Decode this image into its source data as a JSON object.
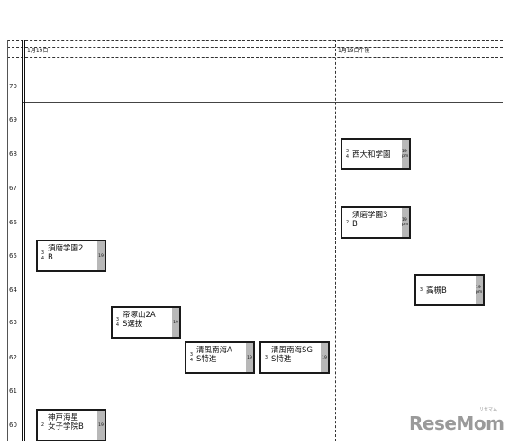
{
  "columns": [
    {
      "id": "am",
      "label": "1月19日"
    },
    {
      "id": "pm",
      "label": "1月19日午後"
    }
  ],
  "levels": [
    "70",
    "69",
    "68",
    "67",
    "66",
    "65",
    "64",
    "63",
    "62",
    "61",
    "60"
  ],
  "entries": [
    {
      "id": "suma-2b",
      "column": "am",
      "level": 65,
      "levels_col": [
        "3",
        "4"
      ],
      "lines": [
        "須磨学園2",
        "B"
      ],
      "side": "19"
    },
    {
      "id": "teizukayama-2a",
      "column": "am",
      "level": 63,
      "levels_col": [
        "3",
        "4"
      ],
      "lines": [
        "帝塚山2A",
        "S選抜"
      ],
      "side": "19"
    },
    {
      "id": "seifu-a",
      "column": "am",
      "level": 62,
      "levels_col": [
        "3",
        "4"
      ],
      "lines": [
        "清風南海A",
        "S特進"
      ],
      "side": "19"
    },
    {
      "id": "seifu-sg",
      "column": "am",
      "level": 62,
      "levels_col": [
        "3"
      ],
      "lines": [
        "清風南海SG",
        "S特進"
      ],
      "side": "19"
    },
    {
      "id": "kobe-kaisei",
      "column": "am",
      "level": 60,
      "levels_col": [
        "2"
      ],
      "lines": [
        "神戸海星",
        "女子学院B"
      ],
      "side": "19"
    },
    {
      "id": "nishiyamato",
      "column": "pm",
      "level": 68,
      "levels_col": [
        "3",
        "4"
      ],
      "lines": [
        "西大和学園"
      ],
      "side": "19 pm"
    },
    {
      "id": "suma-3b",
      "column": "pm",
      "level": 66,
      "levels_col": [
        "2"
      ],
      "lines": [
        "須磨学園3",
        "B"
      ],
      "side": "19 pm"
    },
    {
      "id": "takatsuki-b",
      "column": "pm",
      "level": 64,
      "levels_col": [
        "3"
      ],
      "lines": [
        "高槻B"
      ],
      "side": "19 pm"
    }
  ],
  "logo": {
    "text": "ReseMom",
    "small": "リセマム"
  }
}
